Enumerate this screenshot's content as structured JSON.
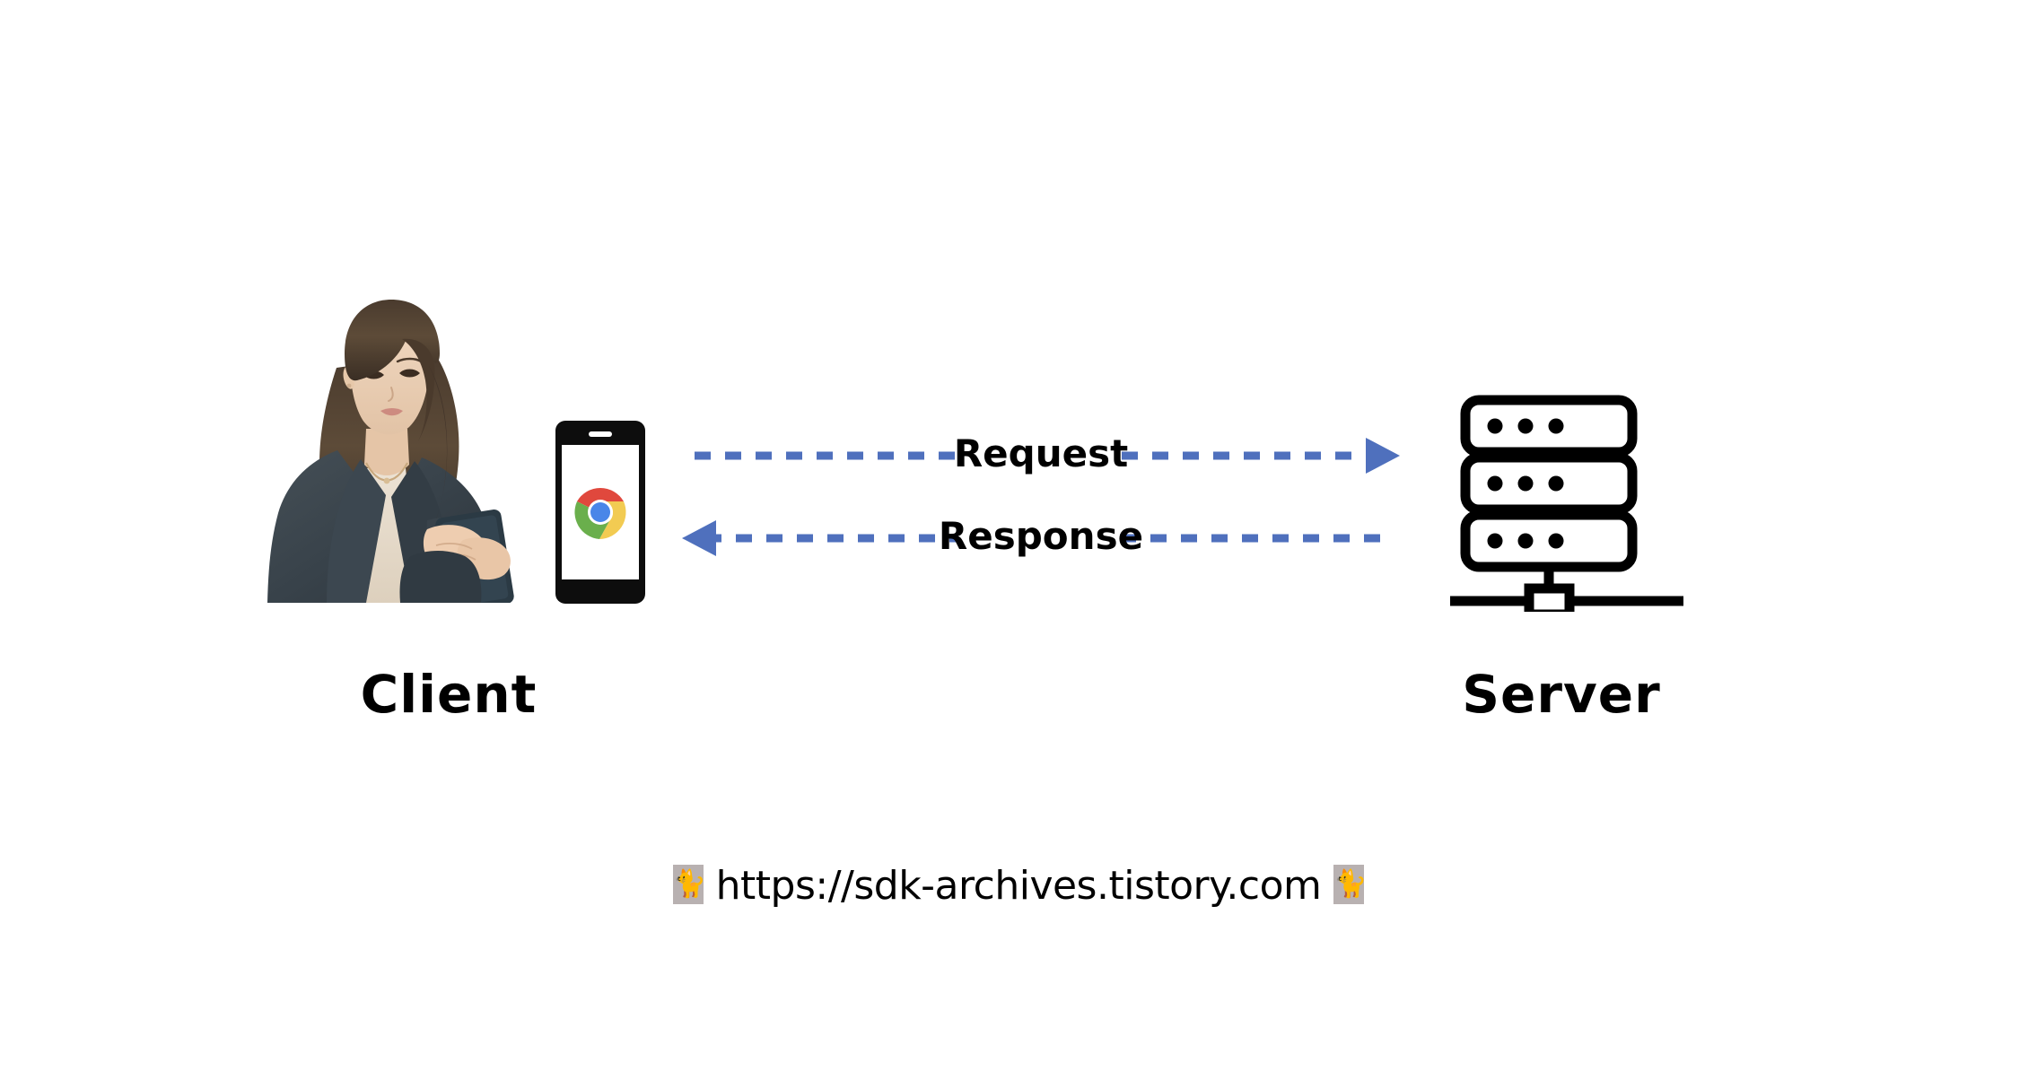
{
  "diagram": {
    "title": "Client Server Request Response",
    "background_color": "#ffffff",
    "accent_color": "#4f70bd",
    "line_color": "#000000",
    "nodes": [
      {
        "id": "client",
        "label": "Client",
        "icons": [
          "person-illustration",
          "smartphone-icon",
          "chrome-logo-icon"
        ]
      },
      {
        "id": "server",
        "label": "Server",
        "icons": [
          "server-rack-icon"
        ]
      }
    ],
    "flows": [
      {
        "id": "request",
        "label": "Request",
        "direction": "client-to-server",
        "style": "dashed",
        "color": "#4f70bd"
      },
      {
        "id": "response",
        "label": "Response",
        "direction": "server-to-client",
        "style": "dashed",
        "color": "#4f70bd"
      }
    ]
  },
  "footer": {
    "left_emoji": "🐈",
    "url": "https://sdk-archives.tistory.com",
    "right_emoji": "🐈"
  },
  "chrome_logo": {
    "red": "#e0483d",
    "green": "#6aaf4c",
    "yellow": "#f2cb52",
    "blue": "#4a86e8",
    "white": "#ffffff"
  },
  "phone": {
    "body_color": "#0d0d0d",
    "screen_color": "#ffffff",
    "speaker_color": "#ffffff"
  }
}
